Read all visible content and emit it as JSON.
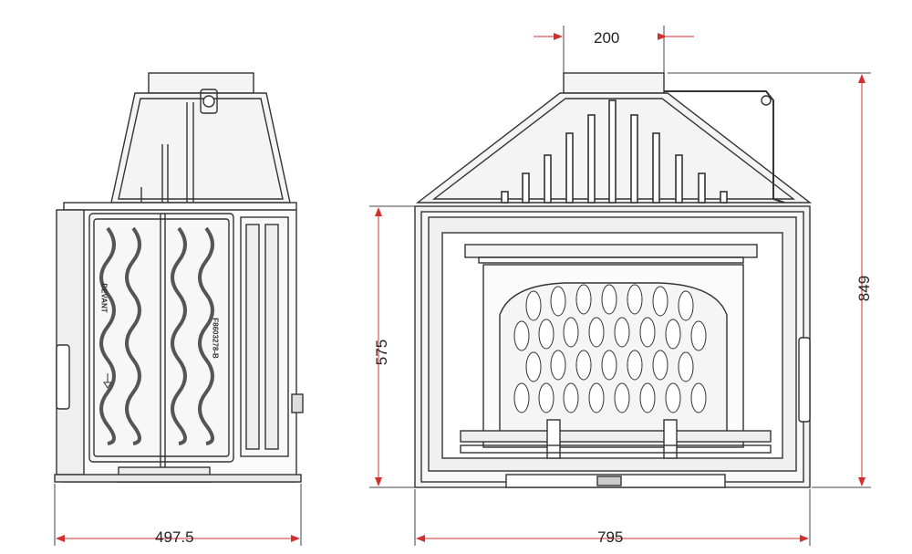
{
  "dimensions": {
    "side_depth": "497.5",
    "front_width": "795",
    "flue_diameter": "200",
    "opening_height": "575",
    "total_height": "849"
  },
  "side_view": {
    "plate_label_front": "DEVANT",
    "plate_label_ref": "F8603278-B"
  },
  "colors": {
    "dimension_line": "#444444",
    "arrow": "#d32f2f",
    "outline": "#333333",
    "fill": "#f2f2f2"
  }
}
